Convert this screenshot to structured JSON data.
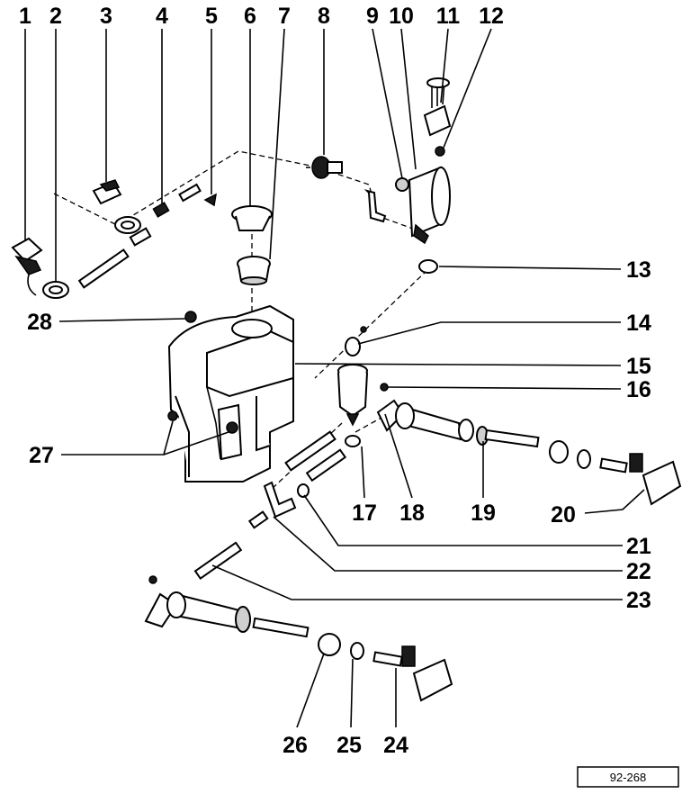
{
  "diagram": {
    "callouts": [
      "1",
      "2",
      "3",
      "4",
      "5",
      "6",
      "7",
      "8",
      "9",
      "10",
      "11",
      "12",
      "13",
      "14",
      "15",
      "16",
      "17",
      "18",
      "19",
      "20",
      "21",
      "22",
      "23",
      "24",
      "25",
      "26",
      "27",
      "28"
    ],
    "reference": "92-268"
  }
}
